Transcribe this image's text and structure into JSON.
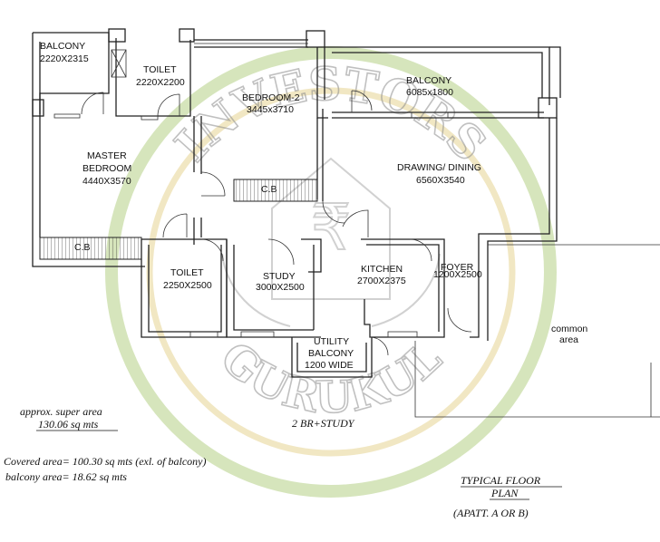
{
  "watermark": {
    "top_text": "INVESTORS",
    "bottom_text": "GURUKUL",
    "ring_colors": [
      "#cfe0b0",
      "#efe3b8"
    ]
  },
  "rooms": [
    {
      "id": "balcony-master",
      "name": "BALCONY",
      "size": "2220X2315"
    },
    {
      "id": "toilet-1",
      "name": "TOILET",
      "size": "2220X2200"
    },
    {
      "id": "bedroom-2",
      "name": "BEDROOM-2",
      "size": "3445x3710"
    },
    {
      "id": "balcony-main",
      "name": "BALCONY",
      "size": "6085x1800"
    },
    {
      "id": "master-bedroom",
      "name_line1": "MASTER",
      "name_line2": "BEDROOM",
      "size": "4440X3570"
    },
    {
      "id": "drawing-dining",
      "name": "DRAWING/ DINING",
      "size": "6560X3540"
    },
    {
      "id": "toilet-2",
      "name": "TOILET",
      "size": "2250X2500"
    },
    {
      "id": "study",
      "name": "STUDY",
      "size": "3000X2500"
    },
    {
      "id": "kitchen",
      "name": "KITCHEN",
      "size": "2700X2375"
    },
    {
      "id": "foyer",
      "name": "FOYER",
      "size": "1200X2500"
    },
    {
      "id": "utility",
      "name_line1": "UTILITY",
      "name_line2": "BALCONY",
      "size": "1200 WIDE"
    }
  ],
  "labels": {
    "cb1": "C.B",
    "cb2": "C.B",
    "common_line1": "common",
    "common_line2": "area"
  },
  "notes": {
    "super_area_line1": "approx. super area",
    "super_area_line2": "130.06 sq mts",
    "unit_type": "2 BR+STUDY",
    "covered_area": "Covered area= 100.30 sq mts (exl. of balcony)",
    "balcony_area": "balcony area= 18.62 sq mts",
    "title_line1": "TYPICAL FLOOR",
    "title_line2": "PLAN",
    "title_line3": "(APATT. A OR B)"
  }
}
